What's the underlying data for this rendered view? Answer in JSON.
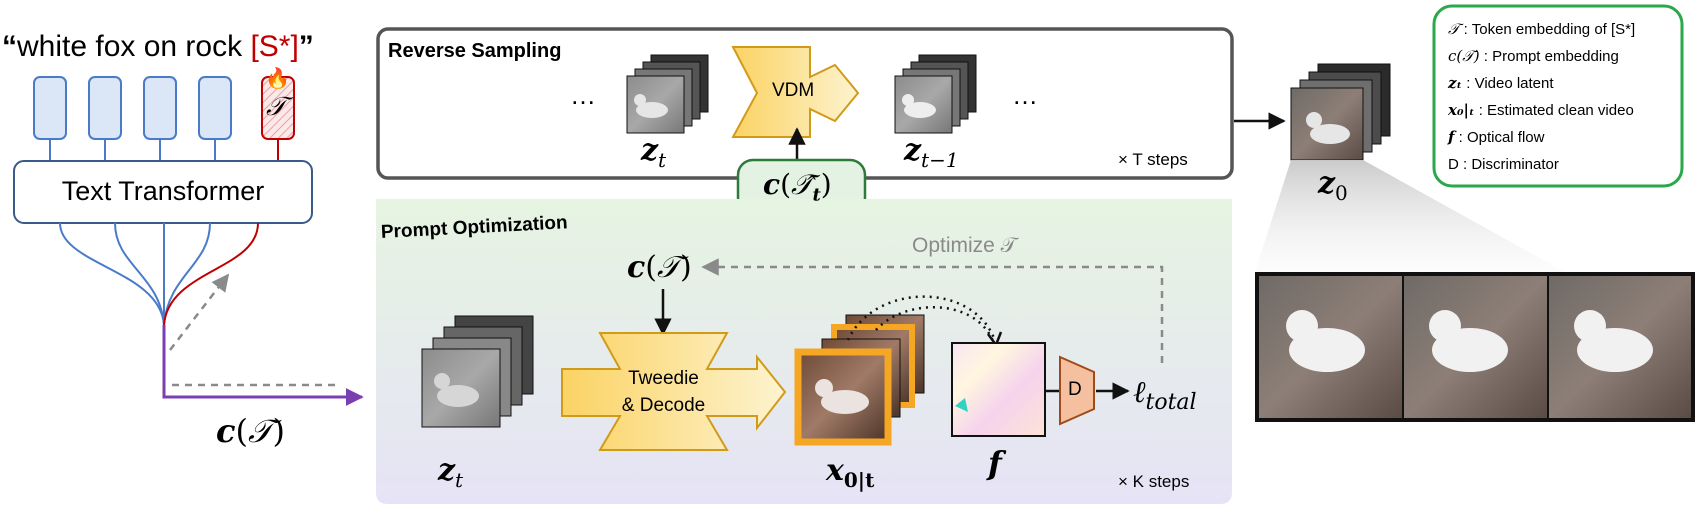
{
  "prompt": {
    "open_quote": "“",
    "text": "white fox on rock ",
    "token": "[S*]",
    "close_quote": "”"
  },
  "text_encoder": {
    "label": "Text Transformer",
    "token_symbol": "𝒯",
    "fire_glyph": "🔥"
  },
  "left_output": {
    "c": "c",
    "open": "(",
    "sym": "𝒯",
    "close": ")"
  },
  "reverse_sampling": {
    "title": "Reverse Sampling",
    "ellipsis_left": "…",
    "ellipsis_right": "…",
    "vdm_label": "VDM",
    "zt": {
      "base": "z",
      "sub": "t"
    },
    "zt1": {
      "base": "z",
      "sub": "t−1"
    },
    "steps": "× T steps",
    "cond": {
      "c": "c",
      "open": "(",
      "sym": "𝒯̂",
      "sub": "t",
      "close": ")"
    }
  },
  "prompt_optimization": {
    "title": "Prompt Optimization",
    "c_label": {
      "c": "c",
      "open": "(",
      "sym": "𝒯",
      "close": ")"
    },
    "optimize": "Optimize 𝒯",
    "tweedie_line1": "Tweedie",
    "tweedie_line2": "& Decode",
    "zt": {
      "base": "z",
      "sub": "t"
    },
    "x0t": {
      "base": "x",
      "sub": "0|t"
    },
    "flow": "f",
    "disc": "D",
    "loss": {
      "base": "ℓ",
      "sub": "total"
    },
    "steps": "× K steps"
  },
  "output": {
    "z0": {
      "base": "z",
      "sub": "0"
    }
  },
  "legend": [
    {
      "sym": "𝒯",
      "text": " : Token embedding of [S*]"
    },
    {
      "sym": "c(𝒯)",
      "text": " : Prompt embedding"
    },
    {
      "sym": "zₜ",
      "text": " : Video latent"
    },
    {
      "sym": "x₀|ₜ",
      "text": " : Estimated clean video"
    },
    {
      "sym": "f",
      "text": " : Optical flow"
    },
    {
      "sym": "D",
      "text": " : Discriminator"
    }
  ],
  "colors": {
    "blue": "#4a7bc8",
    "blue_fill": "#dbe6f6",
    "red": "#c00000",
    "purple": "#7a3fb0",
    "green_border": "#2aa84a",
    "green_fill": "#e6f5e6",
    "yellow": "#fbd364",
    "orange": "#f5a623",
    "gray_dash": "#8a8a8a"
  }
}
